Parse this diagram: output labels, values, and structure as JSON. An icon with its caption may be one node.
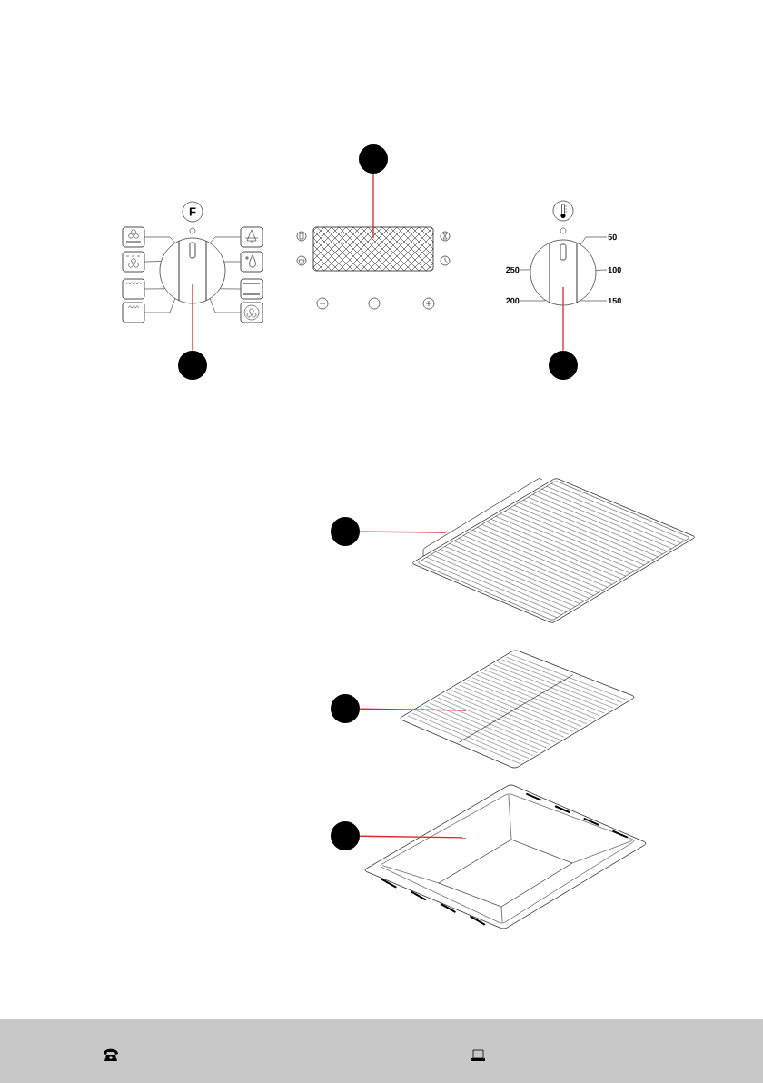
{
  "diagram": {
    "nodes": [
      {
        "text": [],
        "shape": "circle"
      },
      {
        "text": [],
        "shape": "circle"
      },
      {
        "text": [],
        "shape": "box"
      },
      {
        "text": [],
        "shape": "circle"
      },
      {
        "text": [],
        "shape": "circle"
      },
      {
        "text": [],
        "shape": "circle"
      },
      {
        "text": [],
        "shape": "circle"
      },
      {
        "text": [],
        "shape": "picture"
      },
      {
        "text": [],
        "shape": "circle"
      },
      {
        "text": [],
        "shape": "picture"
      },
      {
        "text": [],
        "shape": "circle"
      },
      {
        "text": [],
        "shape": "picture"
      },
      {
        "text": [
          "F"
        ]
      },
      {
        "text": [],
        "shape": "box"
      },
      {
        "text": [],
        "shape": "box"
      },
      {
        "text": [],
        "shape": "box"
      },
      {
        "text": [],
        "shape": "box"
      },
      {
        "text": [],
        "shape": "box"
      },
      {
        "text": [],
        "shape": "box"
      },
      {
        "text": [],
        "shape": "box"
      },
      {
        "text": [],
        "shape": "box"
      },
      {
        "text": [
          "50"
        ]
      },
      {
        "text": [
          "250"
        ]
      },
      {
        "text": [
          "100"
        ]
      },
      {
        "text": [
          "200"
        ]
      },
      {
        "text": [
          "150"
        ]
      }
    ],
    "edges": [
      {
        "from": 0,
        "to": 2,
        "arrow": "none",
        "color": "#e3232c"
      },
      {
        "from": 4,
        "to": 1,
        "arrow": "none",
        "color": "#e3232c"
      },
      {
        "from": 5,
        "to": 3,
        "arrow": "none",
        "color": "#e3232c"
      },
      {
        "from": 6,
        "to": 7,
        "arrow": "none",
        "color": "#e3232c"
      },
      {
        "from": 8,
        "to": 9,
        "arrow": "none",
        "color": "#e3232c"
      },
      {
        "from": 10,
        "to": 11,
        "arrow": "none",
        "color": "#e3232c"
      },
      {
        "from": 13,
        "to": 1,
        "arrow": "none"
      },
      {
        "from": 14,
        "to": 1,
        "arrow": "none"
      },
      {
        "from": 15,
        "to": 1,
        "arrow": "none"
      },
      {
        "from": 16,
        "to": 1,
        "arrow": "none"
      },
      {
        "from": 17,
        "to": 1,
        "arrow": "none"
      },
      {
        "from": 18,
        "to": 1,
        "arrow": "none"
      },
      {
        "from": 19,
        "to": 1,
        "arrow": "none"
      },
      {
        "from": 20,
        "to": 1,
        "arrow": "none"
      },
      {
        "from": 21,
        "to": 3,
        "arrow": "none"
      },
      {
        "from": 22,
        "to": 3,
        "arrow": "none"
      },
      {
        "from": 23,
        "to": 3,
        "arrow": "none"
      },
      {
        "from": 24,
        "to": 3,
        "arrow": "none"
      },
      {
        "from": 25,
        "to": 3,
        "arrow": "none"
      }
    ]
  }
}
